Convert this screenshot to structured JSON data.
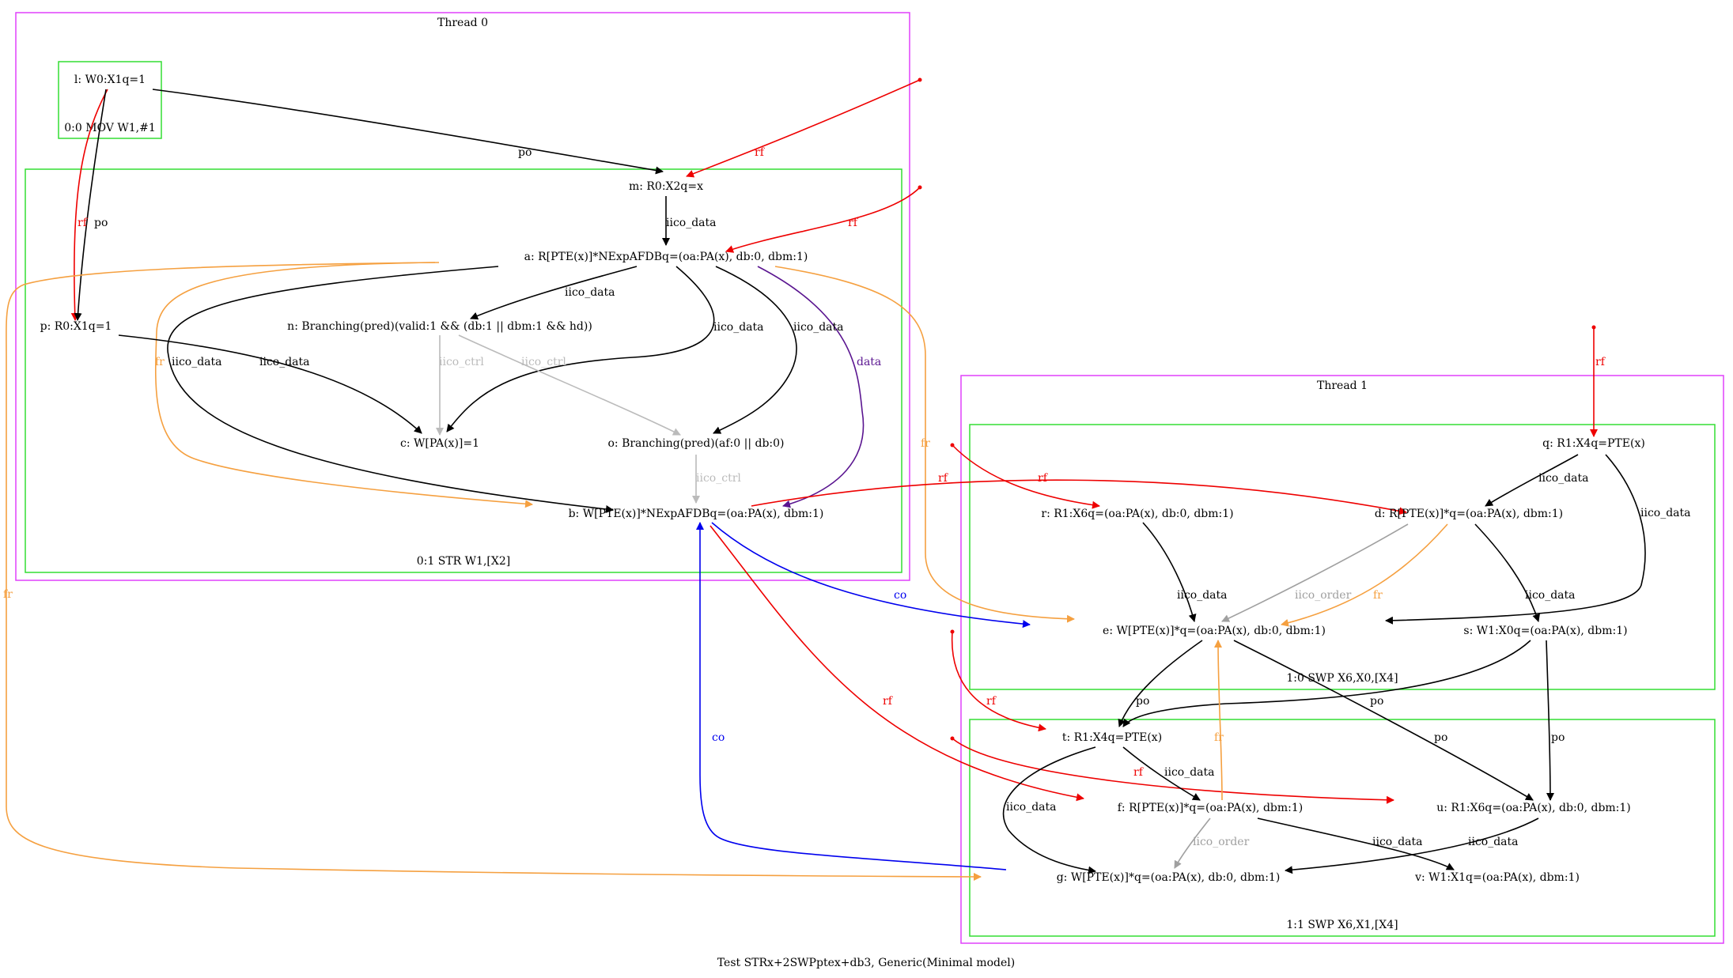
{
  "caption": "Test STRx+2SWPptex+db3, Generic(Minimal model)",
  "colors": {
    "thread_border": "#e040fb",
    "instr_border": "#33dd33",
    "po": "#000000",
    "iico_data": "#000000",
    "rf": "#ee0000",
    "fr": "#f5a040",
    "co": "#0000ee",
    "iico_ctrl": "#bbbbbb",
    "iico_order": "#a0a0a0",
    "data": "#5a1590"
  },
  "threads": {
    "t0": {
      "label": "Thread 0"
    },
    "t1": {
      "label": "Thread 1"
    }
  },
  "instructions": {
    "i00": {
      "label": "0:0 MOV W1,#1"
    },
    "i01": {
      "label": "0:1 STR W1,[X2]"
    },
    "i10": {
      "label": "1:0 SWP X6,X0,[X4]"
    },
    "i11": {
      "label": "1:1 SWP X6,X1,[X4]"
    }
  },
  "nodes": {
    "l": "l: W0:X1q=1",
    "m": "m: R0:X2q=x",
    "a": "a: R[PTE(x)]*NExpAFDBq=(oa:PA(x), db:0, dbm:1)",
    "n": "n: Branching(pred)(valid:1 && (db:1 || dbm:1 && hd))",
    "p": "p: R0:X1q=1",
    "c": "c: W[PA(x)]=1",
    "o": "o: Branching(pred)(af:0 || db:0)",
    "b": "b: W[PTE(x)]*NExpAFDBq=(oa:PA(x), dbm:1)",
    "q": "q: R1:X4q=PTE(x)",
    "r": "r: R1:X6q=(oa:PA(x), db:0, dbm:1)",
    "d": "d: R[PTE(x)]*q=(oa:PA(x), dbm:1)",
    "e": "e: W[PTE(x)]*q=(oa:PA(x), db:0, dbm:1)",
    "s": "s: W1:X0q=(oa:PA(x), dbm:1)",
    "t": "t: R1:X4q=PTE(x)",
    "f": "f: R[PTE(x)]*q=(oa:PA(x), dbm:1)",
    "u": "u: R1:X6q=(oa:PA(x), db:0, dbm:1)",
    "g": "g: W[PTE(x)]*q=(oa:PA(x), db:0, dbm:1)",
    "v": "v: W1:X1q=(oa:PA(x), dbm:1)"
  },
  "edge_labels": {
    "l_m_po": "po",
    "l_p_rf": "rf",
    "l_p_po": "po",
    "init_m_rf": "rf",
    "m_a": "iico_data",
    "init_a_rf": "rf",
    "a_n": "iico_data",
    "a_c": "iico_data",
    "a_o": "iico_data",
    "a_b_data": "data",
    "a_b_iico": "iico_data",
    "a_b_fr": "fr",
    "a_e_fr": "fr",
    "a_g_fr": "fr",
    "p_c": "iico_data",
    "n_c": "iico_ctrl",
    "n_o": "iico_ctrl",
    "o_b": "iico_ctrl",
    "b_d_rf": "rf",
    "b_e_co": "co",
    "b_f_rf": "rf",
    "g_b_co": "co",
    "init_q_rf": "rf",
    "init_r_rf": "rf",
    "q_d": "iico_data",
    "q_e": "iico_data",
    "r_e": "iico_data",
    "d_e_order": "iico_order",
    "d_e_fr": "fr",
    "d_s": "iico_data",
    "e_t": "po",
    "e_u": "po",
    "s_t": "po",
    "s_u": "po",
    "init_t_rf": "rf",
    "init_u_rf": "rf",
    "t_f": "iico_data",
    "t_g": "iico_data",
    "f_e_fr": "fr",
    "f_g_order": "iico_order",
    "f_v": "iico_data",
    "u_g": "iico_data"
  }
}
